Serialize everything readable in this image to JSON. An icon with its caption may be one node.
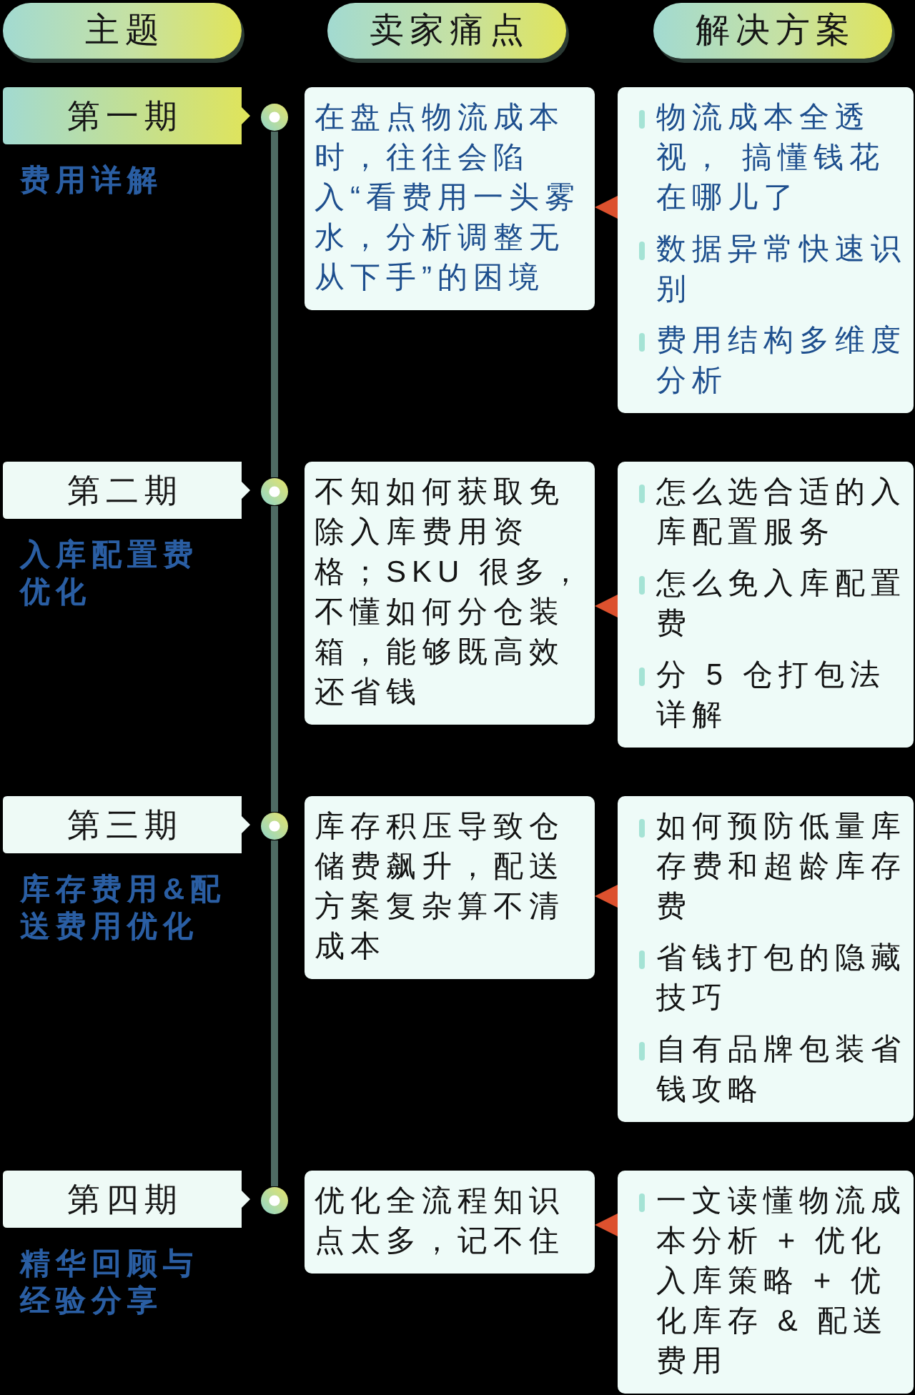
{
  "diagram": {
    "nodes": [
      {
        "text": [
          "主题"
        ]
      },
      {
        "text": [
          "卖家痛点"
        ]
      },
      {
        "text": [
          "解决方案"
        ]
      },
      {
        "text": [
          "第一期"
        ],
        "beside": [
          "费用详解"
        ]
      },
      {
        "text": [],
        "shape": "circle"
      },
      {
        "text": [
          "在盘点物流成本时，往往会陷入“看费用一头雾水，分析调整无从下手”的困境"
        ]
      },
      {
        "text": [
          "物流成本全透视， 搞懂钱花在哪儿了",
          "数据异常快速识别",
          "费用结构多维度分析"
        ]
      },
      {
        "text": [
          "第二期"
        ],
        "beside": [
          "入库配置费优化"
        ]
      },
      {
        "text": [],
        "shape": "circle"
      },
      {
        "text": [
          "不知如何获取免除入库费用资格；SKU 很多，不懂如何分仓装箱，能够既高效还省钱"
        ]
      },
      {
        "text": [
          "怎么选合适的入库配置服务",
          "怎么免入库配置费",
          "分 5 仓打包法详解"
        ]
      },
      {
        "text": [
          "第三期"
        ],
        "beside": [
          "库存费用&配送费用优化"
        ]
      },
      {
        "text": [],
        "shape": "circle"
      },
      {
        "text": [
          "库存积压导致仓储费飙升，配送方案复杂算不清成本"
        ]
      },
      {
        "text": [
          "如何预防低量库存费和超龄库存费",
          "省钱打包的隐藏技巧",
          "自有品牌包装省钱攻略"
        ]
      },
      {
        "text": [
          "第四期"
        ],
        "beside": [
          "精华回顾与经验分享"
        ]
      },
      {
        "text": [],
        "shape": "circle"
      },
      {
        "text": [
          "优化全流程知识点太多，记不住"
        ]
      },
      {
        "text": [
          "一文读懂物流成本分析 + 优化入库策略 + 优化库存 & 配送费用"
        ]
      }
    ],
    "edges": [
      {
        "from": 4,
        "to": 8,
        "arrow": "none",
        "color": "#4e6b63"
      },
      {
        "from": 8,
        "to": 12,
        "arrow": "none",
        "color": "#4e6b63"
      },
      {
        "from": 12,
        "to": 16,
        "arrow": "none",
        "color": "#4e6b63"
      },
      {
        "from": 6,
        "to": 5,
        "arrow": "to"
      },
      {
        "from": 10,
        "to": 9,
        "arrow": "to"
      },
      {
        "from": 14,
        "to": 13,
        "arrow": "to"
      },
      {
        "from": 18,
        "to": 17,
        "arrow": "to"
      }
    ]
  }
}
